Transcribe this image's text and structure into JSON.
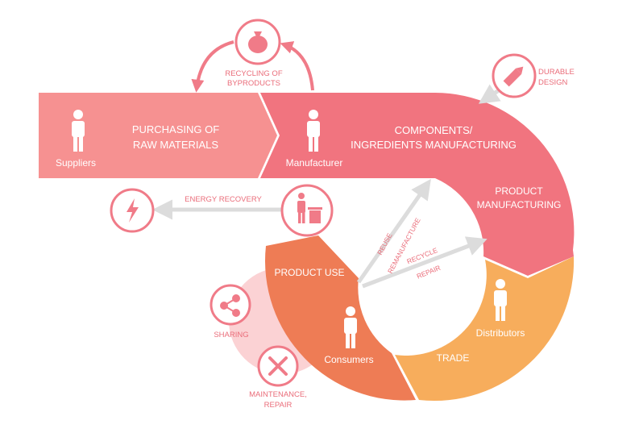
{
  "colors": {
    "suppliers_band": "#f69191",
    "manufacturer_band": "#f1747f",
    "consumers_band": "#ee7c55",
    "distributors_band": "#f7ad5c",
    "sharing_circle": "#fbd2d4",
    "icon_circle_fill": "#f07b88",
    "icon_circle_stroke": "#f07b88",
    "arrow_grey": "#dcdcdc",
    "label_pink": "#ea6d7a"
  },
  "stages": {
    "suppliers": {
      "name": "Suppliers",
      "activity_line1": "PURCHASING OF",
      "activity_line2": "RAW MATERIALS",
      "icon": "person-icon"
    },
    "manufacturer": {
      "name": "Manufacturer",
      "activity_line1": "COMPONENTS/",
      "activity_line2": "INGREDIENTS MANUFACTURING",
      "secondary_line1": "PRODUCT",
      "secondary_line2": "MANUFACTURING",
      "icon": "person-icon"
    },
    "distributors": {
      "name": "Distributors",
      "activity": "TRADE",
      "icon": "person-icon"
    },
    "consumers": {
      "name": "Consumers",
      "activity": "PRODUCT USE",
      "icon": "person-icon"
    }
  },
  "loops": {
    "recycling_byproducts_line1": "RECYCLING OF",
    "recycling_byproducts_line2": "BYPRODUCTS",
    "recycling_icon": "money-bag-icon",
    "durable_design_line1": "DURABLE",
    "durable_design_line2": "DESIGN",
    "durable_icon": "pencil-icon",
    "energy_recovery": "ENERGY RECOVERY",
    "energy_icon": "lightning-icon",
    "disposal_icon": "person-trash-icon",
    "reuse": "REUSE",
    "remanufacture": "REMANUFACTURE",
    "recycle": "RECYCLE",
    "repair": "REPAIR",
    "sharing": "SHARING",
    "sharing_icon": "share-icon",
    "maintenance_line1": "MAINTENANCE,",
    "maintenance_line2": "REPAIR",
    "maintenance_icon": "tools-icon"
  }
}
